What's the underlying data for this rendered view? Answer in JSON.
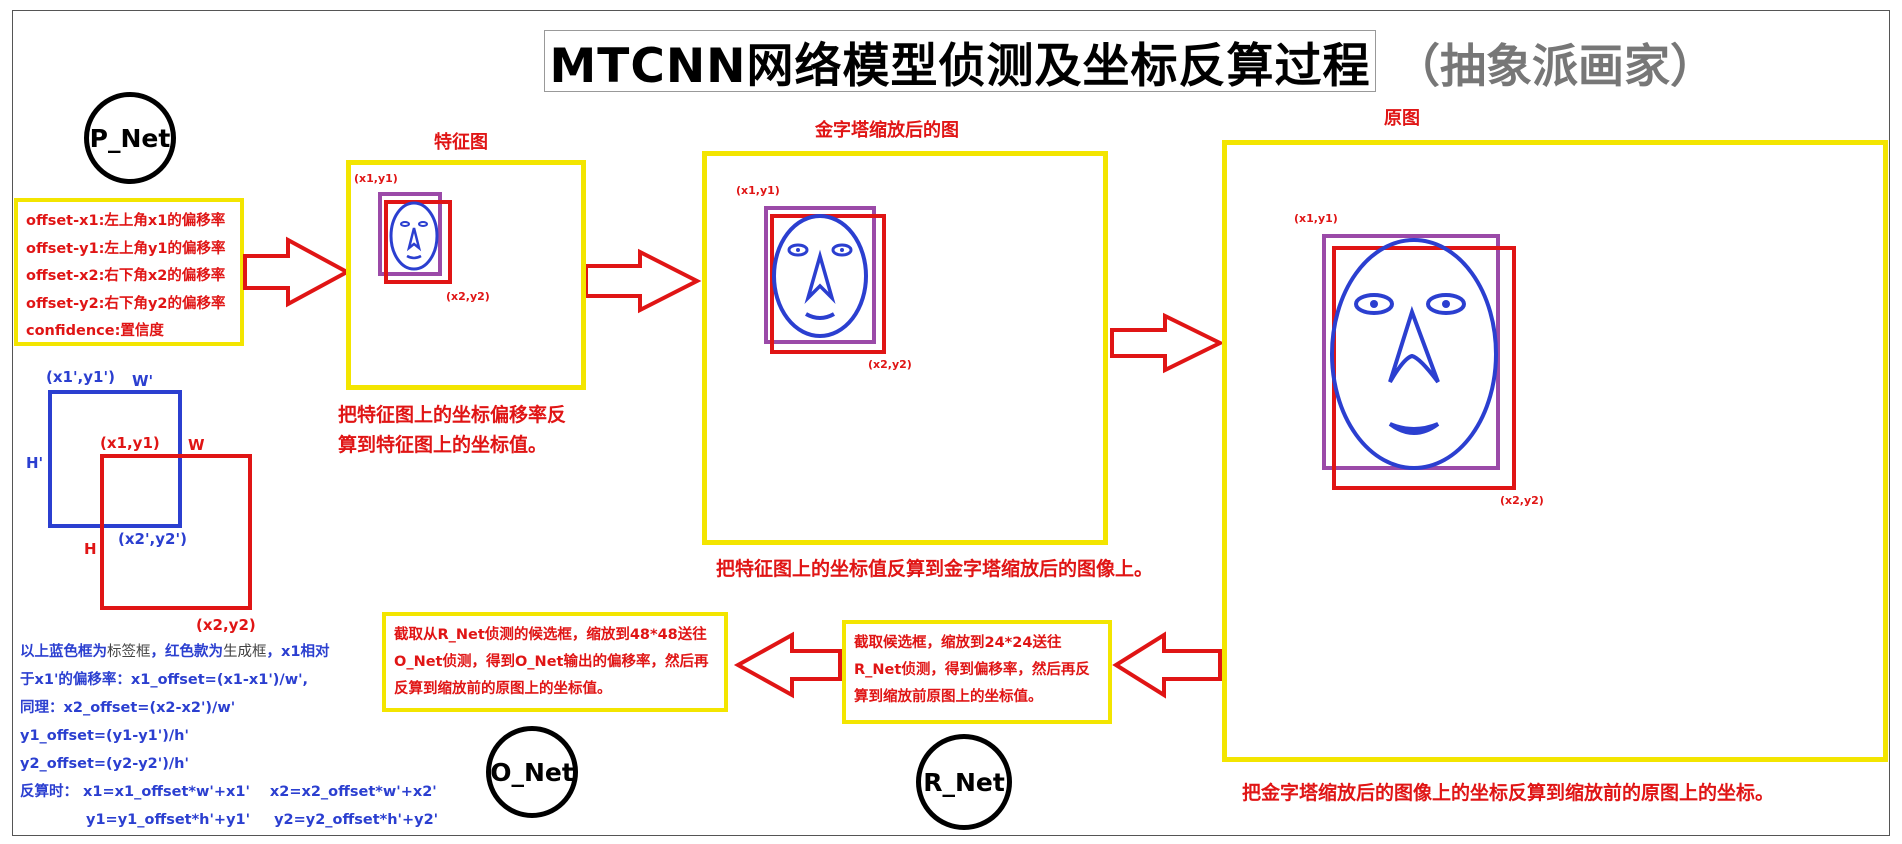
{
  "title": "MTCNN网络模型侦测及坐标反算过程",
  "subtitle": "（抽象派画家）",
  "nets": {
    "p_net": "P_Net",
    "r_net": "R_Net",
    "o_net": "O_Net"
  },
  "p_net_outputs": [
    "offset-x1:左上角x1的偏移率",
    "offset-y1:左上角y1的偏移率",
    "offset-x2:右下角x2的偏移率",
    "offset-y2:右下角y2的偏移率",
    "confidence:置信度"
  ],
  "panels": {
    "feature_map": {
      "label": "特征图",
      "tl": "(x1,y1)",
      "br": "(x2,y2)",
      "caption_line1": "把特征图上的坐标偏移率反",
      "caption_line2": "算到特征图上的坐标值。"
    },
    "pyramid": {
      "label": "金字塔缩放后的图",
      "tl": "(x1,y1)",
      "br": "(x2,y2)",
      "caption": "把特征图上的坐标值反算到金字塔缩放后的图像上。"
    },
    "original": {
      "label": "原图",
      "tl": "(x1,y1)",
      "br": "(x2,y2)",
      "caption": "把金字塔缩放后的图像上的坐标反算到缩放前的原图上的坐标。"
    }
  },
  "offset_diagram": {
    "blue_tl": "(x1',y1')",
    "blue_w": "W'",
    "blue_h": "H'",
    "red_tl": "(x1,y1)",
    "red_w": "W",
    "red_h": "H",
    "blue_br": "(x2',y2')",
    "red_br": "(x2,y2)"
  },
  "formulas": {
    "line1_a": "以上蓝色框为",
    "line1_b": "标签框",
    "line1_c": "，红色款为",
    "line1_d": "生成框",
    "line1_e": "，x1相对",
    "line2": "于x1'的偏移率：x1_offset=(x1-x1')/w',",
    "line3": "同理：x2_offset=(x2-x2')/w'",
    "line4": "y1_offset=(y1-y1')/h'",
    "line5": "y2_offset=(y2-y2')/h'",
    "line6_a": "反算时：  x1=x1_offset*w'+x1'",
    "line6_b": "x2=x2_offset*w'+x2'",
    "line7_a": "y1=y1_offset*h'+y1'",
    "line7_b": "y2=y2_offset*h'+y2'"
  },
  "rnet_box": "截取候选框，缩放到24*24送往R_Net侦测，得到偏移率，然后再反算到缩放前原图上的坐标值。",
  "onet_box": "截取从R_Net侦测的候选框，缩放到48*48送往O_Net侦测，得到O_Net输出的偏移率，然后再反算到缩放前的原图上的坐标值。",
  "colors": {
    "yellow": "#f3e500",
    "red": "#e01515",
    "blue": "#2b3fd0",
    "purple": "#9b4aa8",
    "subtitle_gray": "#777777"
  }
}
